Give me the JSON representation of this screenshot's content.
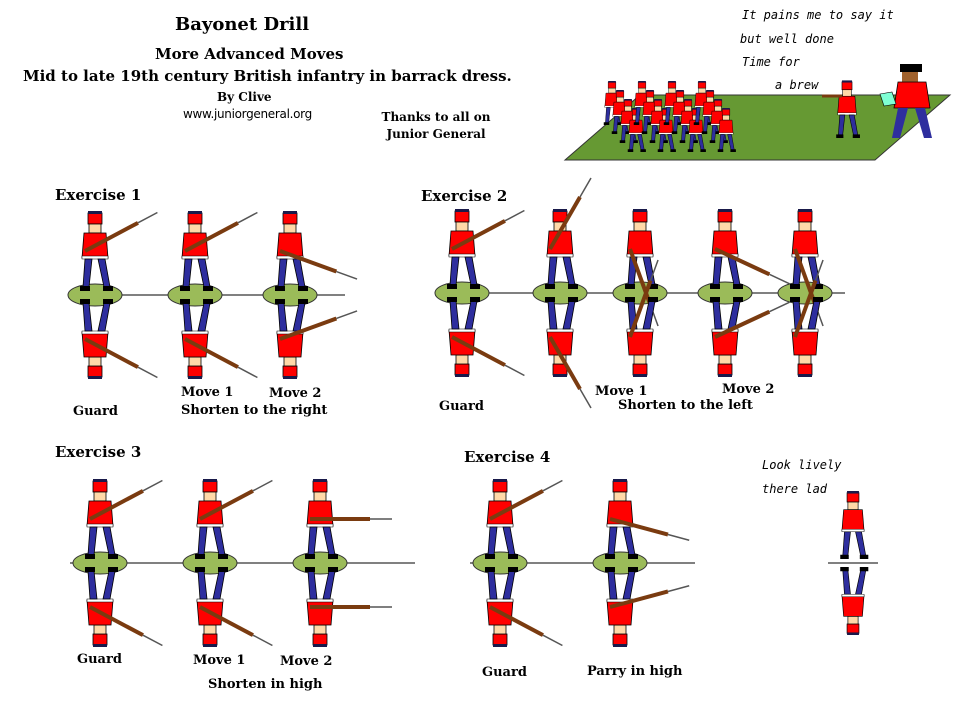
{
  "header": {
    "title": "Bayonet Drill",
    "subtitle": "More Advanced Moves",
    "description": "Mid to late 19th century  British infantry in barrack dress.",
    "author": "By Clive",
    "website": "www.juniorgeneral.org",
    "thanks": "Thanks to all on Junior General"
  },
  "speech": {
    "line1": "It pains me to say it",
    "line2": "but well done",
    "line3": "Time for",
    "line4": "a brew",
    "lively1": "Look lively",
    "lively2": "there lad"
  },
  "exercises": {
    "ex1": {
      "title": "Exercise 1",
      "guard": "Guard",
      "move1": "Move 1",
      "move2": "Move 2",
      "caption": "Shorten to the right"
    },
    "ex2": {
      "title": "Exercise 2",
      "guard": "Guard",
      "move1": "Move 1",
      "move2": "Move 2",
      "caption": "Shorten to the left"
    },
    "ex3": {
      "title": "Exercise 3",
      "guard": "Guard",
      "move1": "Move 1",
      "move2": "Move 2",
      "caption": "Shorten in high"
    },
    "ex4": {
      "title": "Exercise 4",
      "guard": "Guard",
      "parry": "Parry in  high"
    }
  },
  "colors": {
    "tunic": "#ff0000",
    "trousers": "#2e2e9e",
    "skin": "#ffd9a8",
    "base": "#9bbb59",
    "field": "#669933",
    "musket": "#7a3b10",
    "cap": "#1a1a4a"
  }
}
